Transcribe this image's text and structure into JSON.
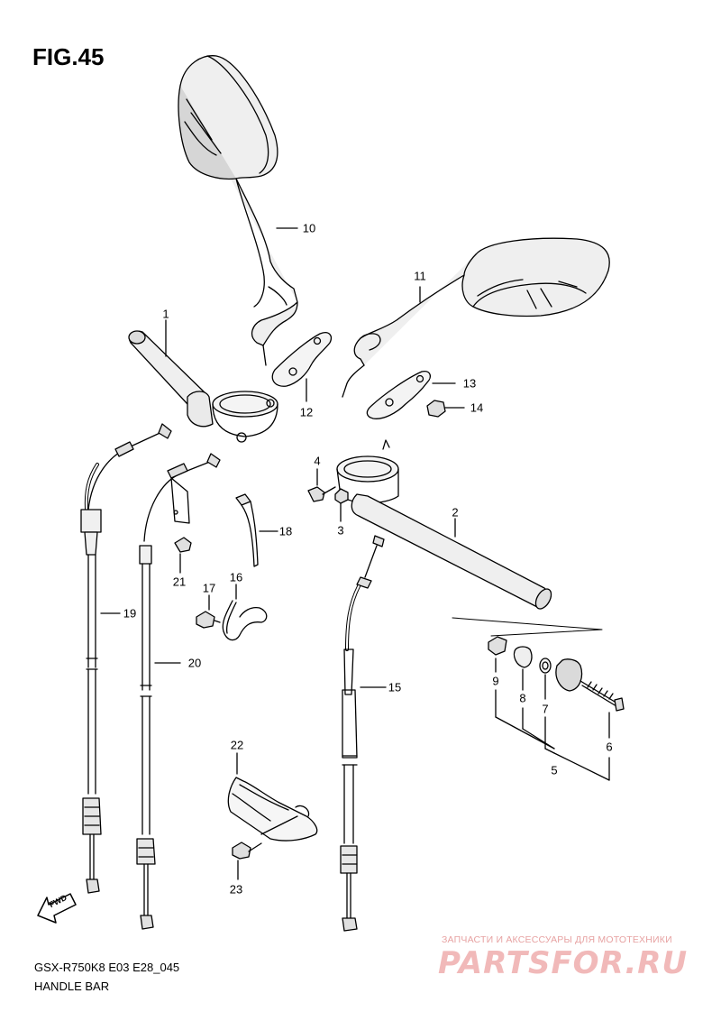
{
  "figure": {
    "title": "FIG.45",
    "model_code": "GSX-R750K8 E03 E28_045",
    "name": "HANDLE BAR"
  },
  "callouts": {
    "c1": "1",
    "c2": "2",
    "c3": "3",
    "c4": "4",
    "c5": "5",
    "c6": "6",
    "c7": "7",
    "c8": "8",
    "c9": "9",
    "c10": "10",
    "c11": "11",
    "c12": "12",
    "c13": "13",
    "c14": "14",
    "c15": "15",
    "c16": "16",
    "c17": "17",
    "c18": "18",
    "c19": "19",
    "c20": "20",
    "c21": "21",
    "c22": "22",
    "c23": "23"
  },
  "fwd_label": "FWD",
  "watermark": {
    "subtitle": "ЗАПЧАСТИ И АКСЕССУАРЫ ДЛЯ МОТОТЕХНИКИ",
    "brand": "PARTSFOR.RU"
  }
}
